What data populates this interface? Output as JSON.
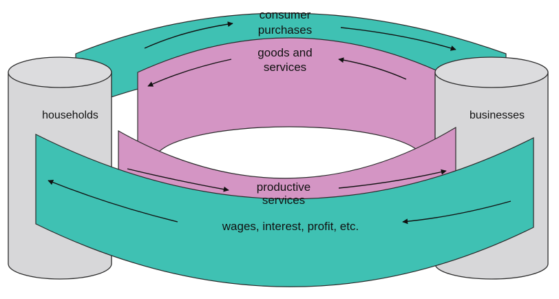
{
  "nodes": {
    "households": "households",
    "businesses": "businesses"
  },
  "flows": {
    "consumer_purchases": {
      "line1": "consumer",
      "line2": "purchases"
    },
    "goods_and_services": {
      "line1": "goods and",
      "line2": "services"
    },
    "productive_services": {
      "line1": "productive",
      "line2": "services"
    },
    "wages": "wages, interest, profit, etc."
  },
  "colors": {
    "money_flow": "#3fc1b3",
    "real_flow": "#d495c4",
    "cylinder": "#d7d7d9",
    "outline": "#2a2a2a",
    "background": "#ffffff"
  }
}
